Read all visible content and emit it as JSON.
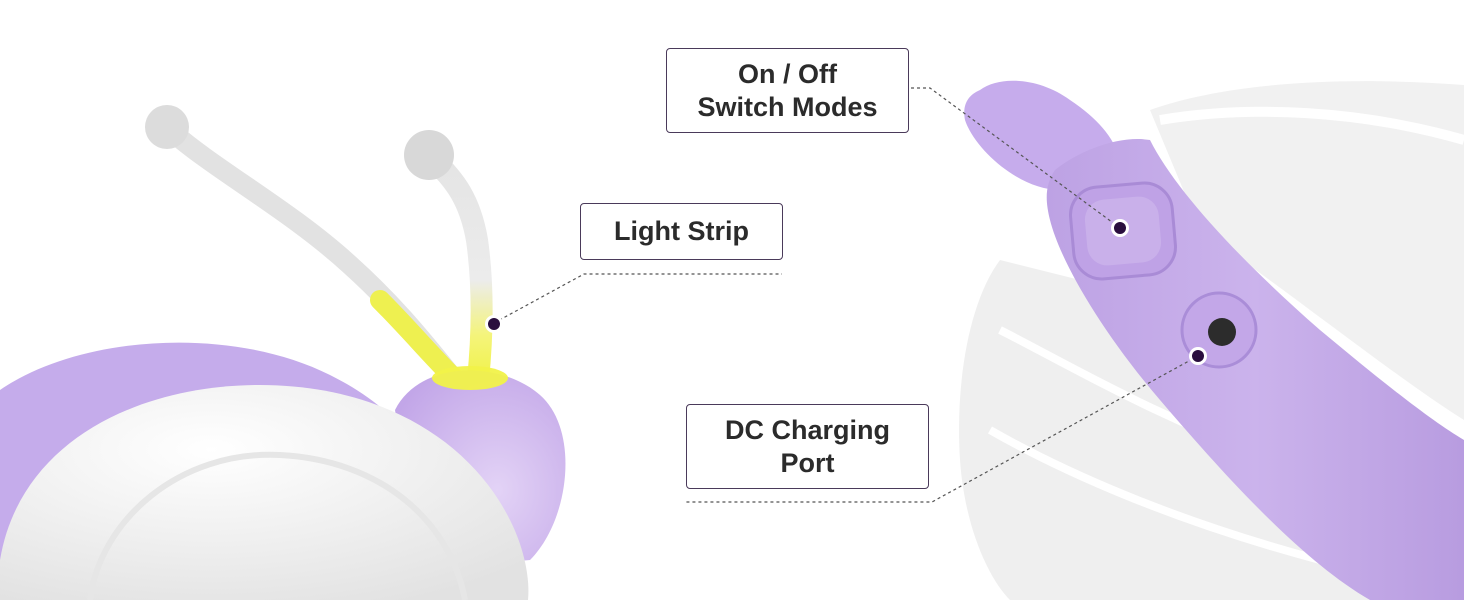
{
  "callouts": {
    "power": {
      "lines": [
        "On / Off",
        "Switch Modes"
      ]
    },
    "light_strip": {
      "lines": [
        "Light Strip"
      ]
    },
    "charging": {
      "lines": [
        "DC Charging",
        "Port"
      ]
    }
  },
  "colors": {
    "lavender": "#c9b0ea",
    "lavender_light": "#dcc8f2",
    "lavender_dark": "#a98bd6",
    "shell_white": "#f2f2f2",
    "antenna_glow": "#f1f249",
    "dot": "#2a0e3e",
    "leader_line": "#555555"
  }
}
